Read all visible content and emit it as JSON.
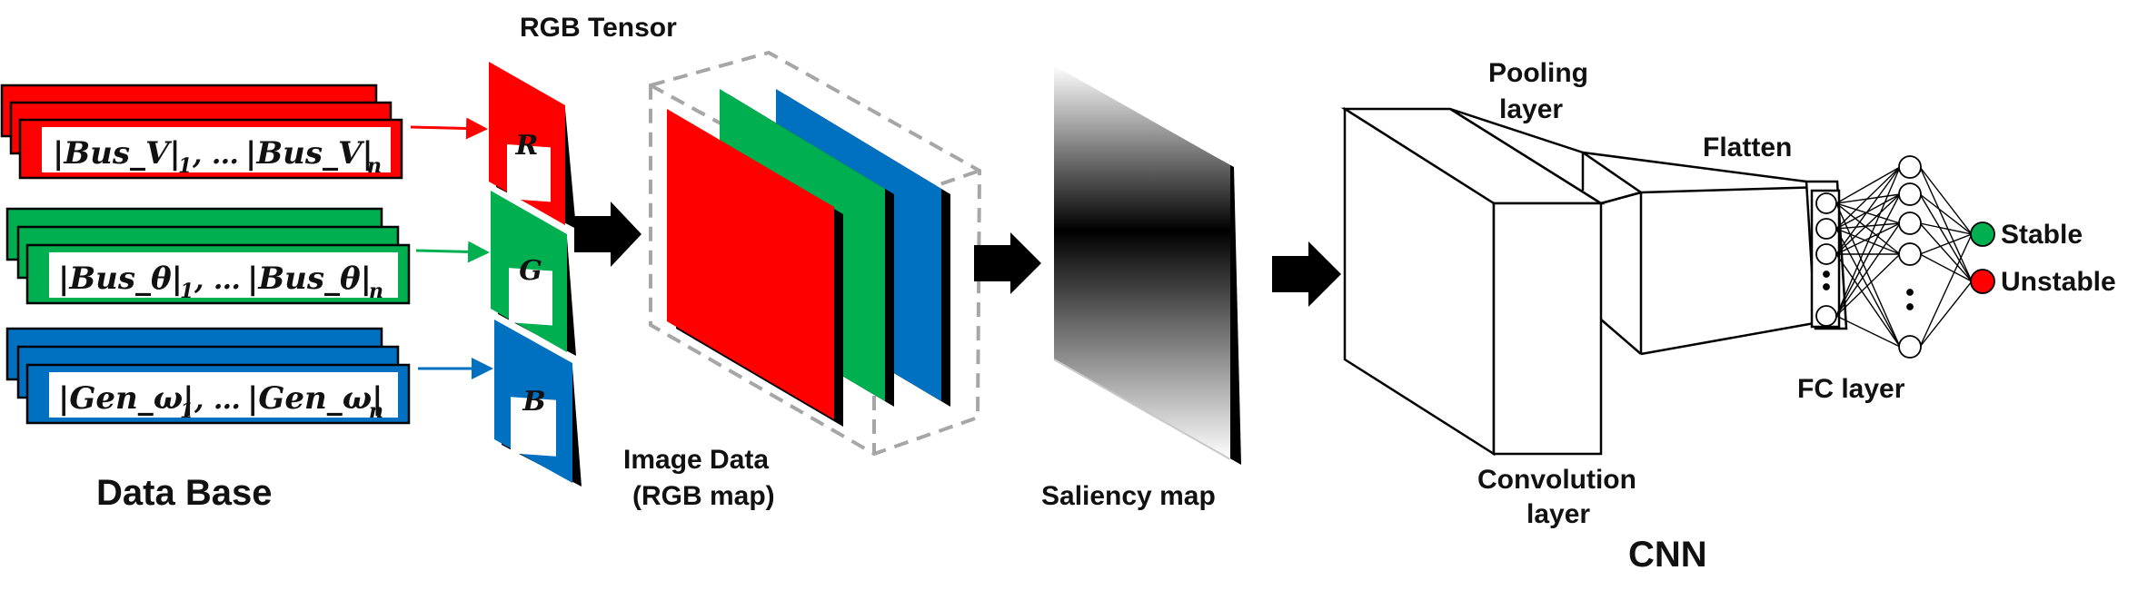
{
  "labels": {
    "rgb_tensor": "RGB Tensor",
    "data_base": "Data Base",
    "image_data_line1": "Image Data",
    "image_data_line2": "(RGB map)",
    "saliency_map": "Saliency map",
    "pooling_line1": "Pooling",
    "pooling_line2": "layer",
    "flatten": "Flatten",
    "convolution_line1": "Convolution",
    "convolution_line2": "layer",
    "fc_layer": "FC layer",
    "cnn": "CNN",
    "stable": "Stable",
    "unstable": "Unstable"
  },
  "database": {
    "bus_v": {
      "left": "|Bus_V|",
      "left_sub": "1",
      "mid": " , … ",
      "right": "|Bus_V|",
      "right_sub": "n"
    },
    "bus_theta": {
      "left": "|Bus_θ|",
      "left_sub": "1",
      "mid": " , … ",
      "right": "|Bus_θ|",
      "right_sub": "n"
    },
    "gen_omega": {
      "left": "|Gen_ω|",
      "left_sub": "1",
      "mid": " , … ",
      "right": "|Gen_ω|",
      "right_sub": "n"
    }
  },
  "channels": {
    "r": "R",
    "g": "G",
    "b": "B"
  },
  "colors": {
    "red": "#ff0000",
    "green": "#00b050",
    "blue": "#0070c0",
    "stable": "#00b050",
    "unstable": "#ff0000"
  }
}
